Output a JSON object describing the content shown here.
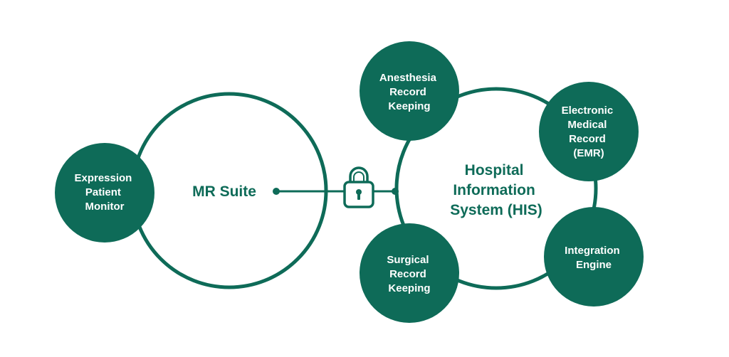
{
  "colors": {
    "accent": "#0e6b58",
    "background": "#ffffff",
    "node_text": "#ffffff"
  },
  "mr_suite": {
    "label": "MR Suite",
    "satellite": {
      "lines": [
        "Expression",
        "Patient",
        "Monitor"
      ]
    }
  },
  "his": {
    "lines": [
      "Hospital",
      "Information",
      "System (HIS)"
    ],
    "satellites": {
      "anesthesia": {
        "lines": [
          "Anesthesia",
          "Record",
          "Keeping"
        ]
      },
      "emr": {
        "lines": [
          "Electronic",
          "Medical",
          "Record",
          "(EMR)"
        ]
      },
      "integration": {
        "lines": [
          "Integration",
          "Engine"
        ]
      },
      "surgical": {
        "lines": [
          "Surgical",
          "Record",
          "Keeping"
        ]
      }
    }
  },
  "connector": {
    "icon": "lock-icon"
  }
}
